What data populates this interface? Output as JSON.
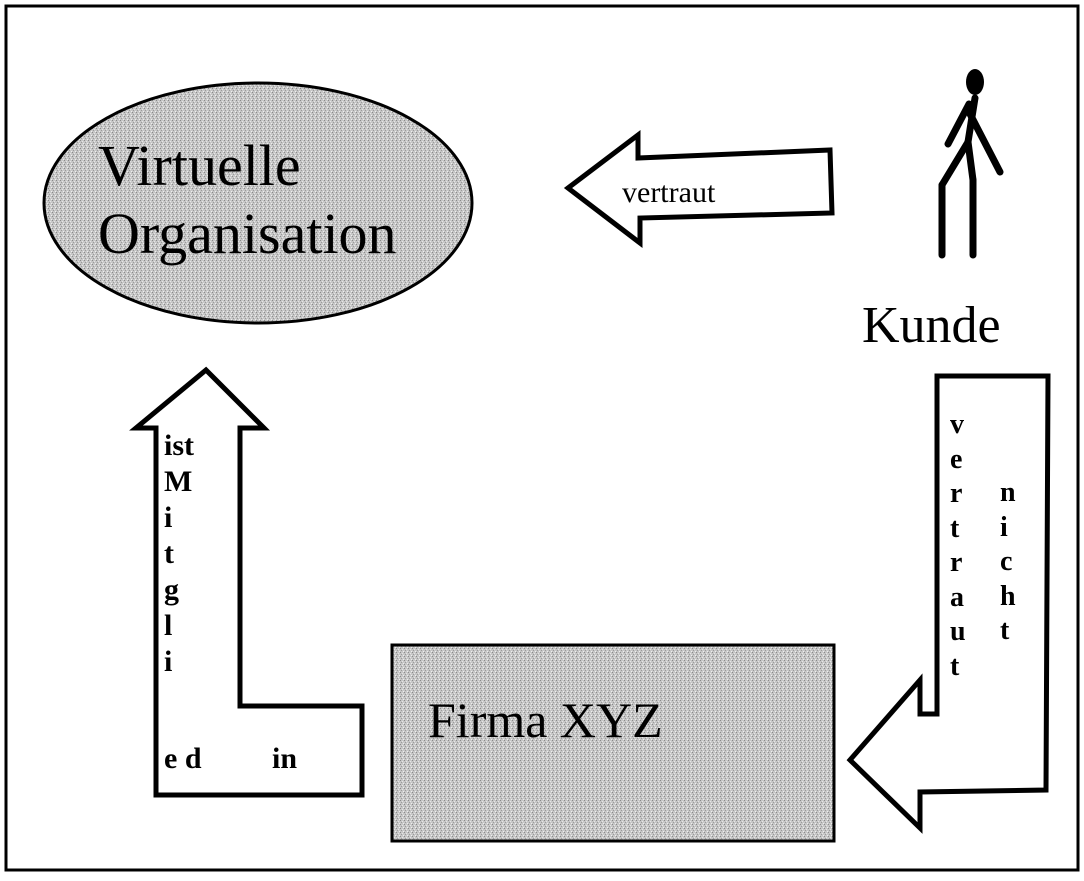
{
  "diagram": {
    "nodes": {
      "virtual_org": {
        "line1": "Virtuelle",
        "line2": "Organisation"
      },
      "kunde": {
        "label": "Kunde"
      },
      "firma": {
        "label": "Firma XYZ"
      }
    },
    "edges": {
      "vertraut": {
        "label": "vertraut"
      },
      "vertraut_nicht": {
        "col1": [
          "v",
          "e",
          "r",
          "t",
          "r",
          "a",
          "u",
          "t"
        ],
        "col2": [
          "n",
          "i",
          "c",
          "h",
          "t"
        ]
      },
      "ist_mitglied_in": {
        "col": [
          "ist",
          "M",
          "i",
          "t",
          "g",
          "l",
          "i"
        ],
        "bottom_left": "e d",
        "bottom_right": "in"
      }
    },
    "colors": {
      "fill_gray": "#c8c8c8",
      "outline": "#000000",
      "background": "#ffffff"
    }
  }
}
